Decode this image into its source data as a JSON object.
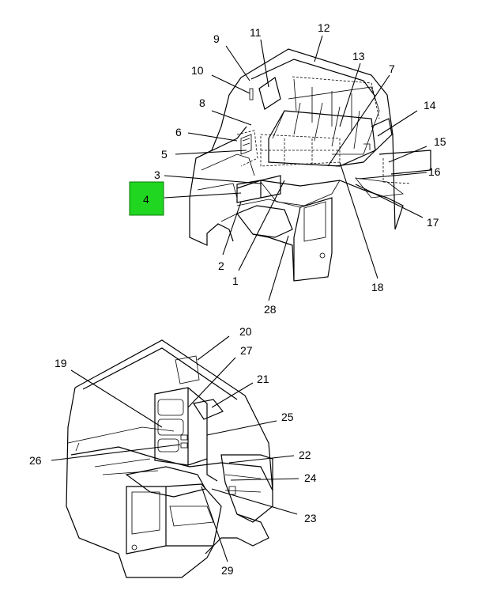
{
  "diagram": {
    "highlight_color": "#22dd22",
    "highlighted_callout": "4",
    "callouts_top": [
      "1",
      "2",
      "3",
      "4",
      "5",
      "6",
      "7",
      "8",
      "9",
      "10",
      "11",
      "12",
      "13",
      "14",
      "15",
      "16",
      "17",
      "18",
      "28"
    ],
    "callouts_bottom": [
      "19",
      "20",
      "21",
      "22",
      "23",
      "24",
      "25",
      "26",
      "27",
      "29"
    ]
  }
}
